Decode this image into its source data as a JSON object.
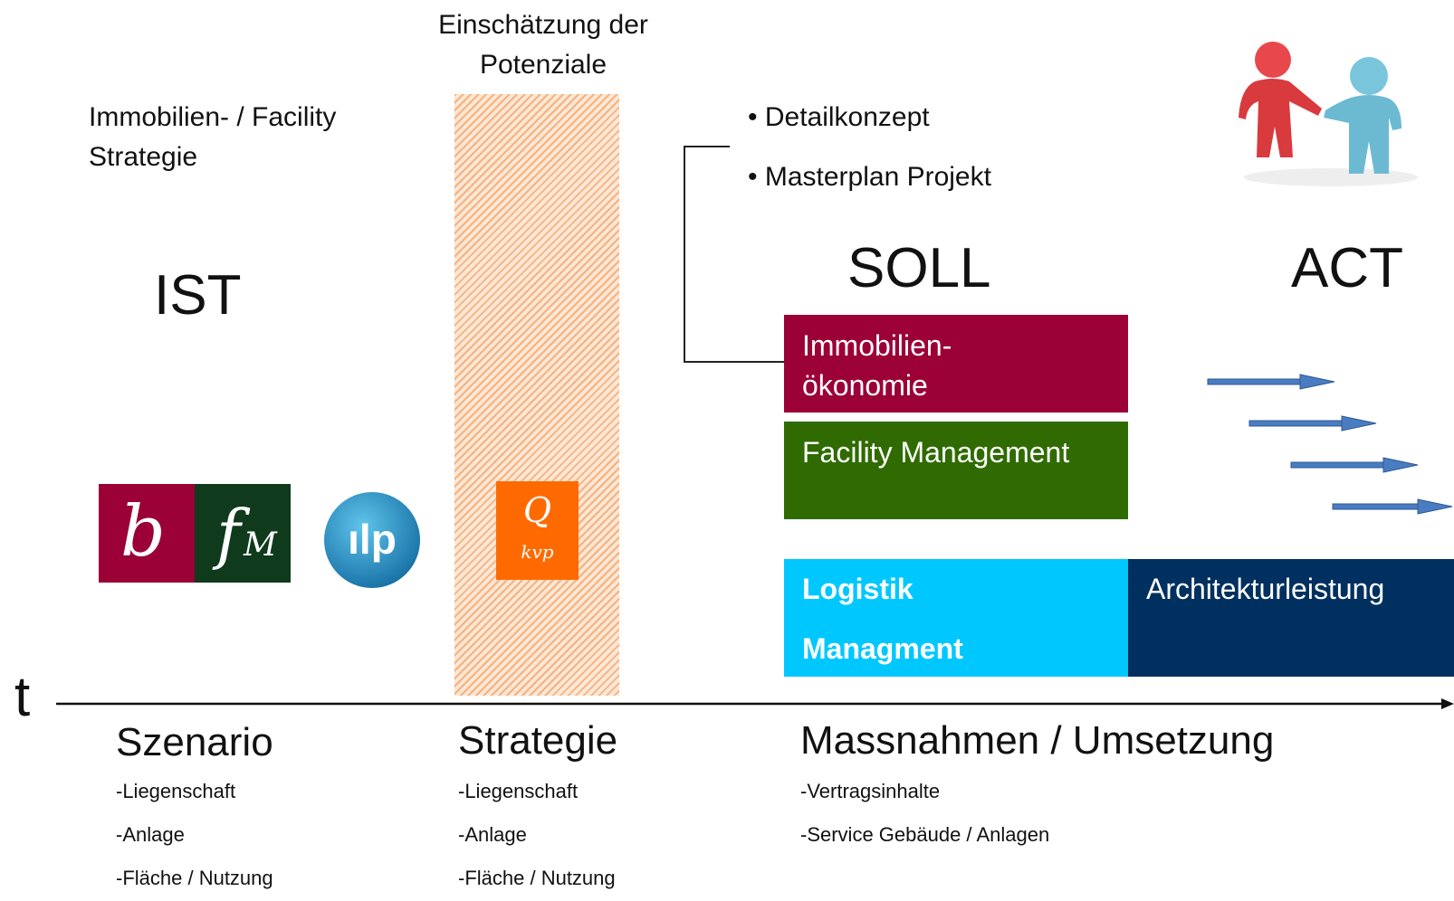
{
  "header": {
    "potenziale_line1": "Einschätzung der",
    "potenziale_line2": "Potenziale",
    "strategy_line1": "Immobilien- / Facility",
    "strategy_line2": "Strategie"
  },
  "states": {
    "ist": "IST",
    "soll": "SOLL",
    "act": "ACT"
  },
  "detail": {
    "bullets": [
      "Detailkonzept",
      "Masterplan Projekt"
    ]
  },
  "blocks": {
    "immo_line1": "Immobilien-",
    "immo_line2": "ökonomie",
    "fm": "Facility Management",
    "logistik_line1": "Logistik",
    "logistik_line2": "Managment",
    "architektur": "Architekturleistung"
  },
  "logos": {
    "b": "b",
    "fm_f": "f",
    "fm_m": "M",
    "ilp": "ılp",
    "q": "Q",
    "kvp": "kvp"
  },
  "axis": {
    "label": "t"
  },
  "phases": [
    {
      "title": "Szenario",
      "items": [
        "-Liegenschaft",
        "-Anlage",
        "-Fläche / Nutzung"
      ]
    },
    {
      "title": "Strategie",
      "items": [
        "-Liegenschaft",
        "-Anlage",
        "-Fläche / Nutzung"
      ]
    },
    {
      "title": "Massnahmen / Umsetzung",
      "items": [
        "-Vertragsinhalte",
        "-Service Gebäude / Anlagen"
      ]
    }
  ],
  "colors": {
    "immo": "#9b0036",
    "fm": "#2f6b00",
    "logistik": "#00c8ff",
    "architektur": "#00305f",
    "arrow": "#4a7cc2",
    "hatch": "#f6b27d"
  }
}
